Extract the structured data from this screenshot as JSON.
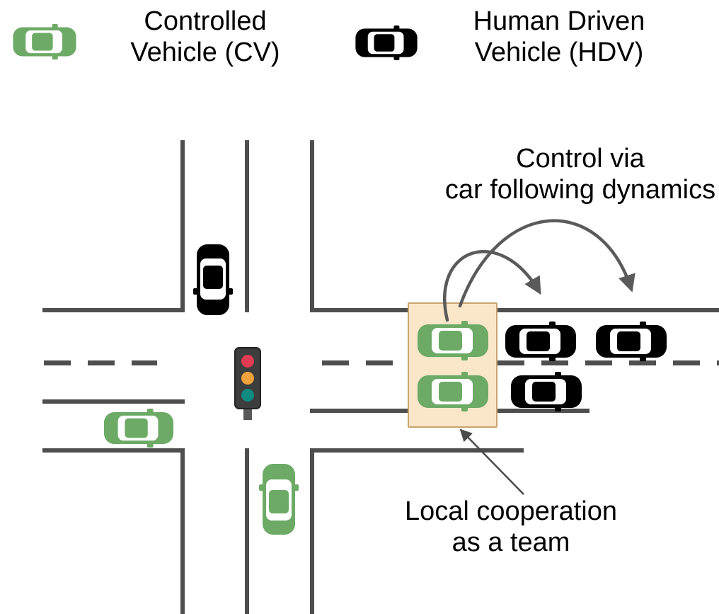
{
  "legend": {
    "cv_line1": "Controlled",
    "cv_line2": "Vehicle (CV)",
    "hdv_line1": "Human Driven",
    "hdv_line2": "Vehicle (HDV)"
  },
  "annotations": {
    "control_line1": "Control via",
    "control_line2": "car following dynamics",
    "team_line1": "Local cooperation",
    "team_line2": "as a team"
  },
  "icons": {
    "cv_car": "car-top-view-green",
    "hdv_car": "car-top-view-black",
    "traffic_light": "traffic-signal-red-amber-green"
  },
  "colors": {
    "cv_green": "#6caa66",
    "hdv_black": "#000000",
    "road": "#4e4e4e",
    "box_fill": "#fae6c9",
    "box_border": "#c9a46f",
    "arrow": "#5a5a5a",
    "signal_red": "#e23b53",
    "signal_amber": "#f0a23c",
    "signal_green": "#0f8b80",
    "signal_body": "#3d3d3d"
  }
}
